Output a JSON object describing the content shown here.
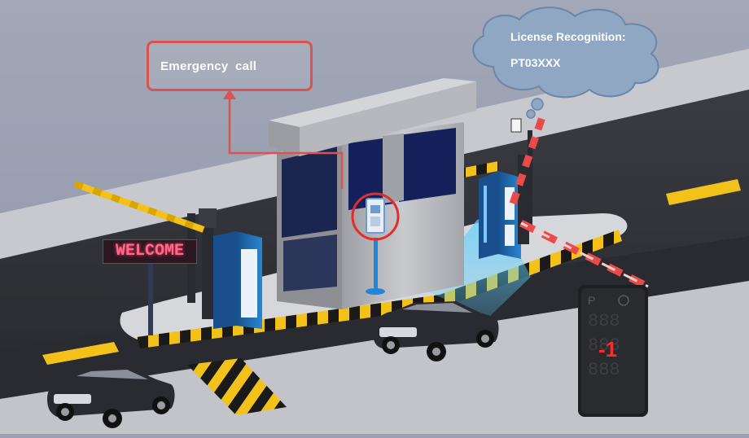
{
  "callout": {
    "text": "Emergency  call"
  },
  "cloud": {
    "title": "License Recognition:",
    "plate": "PT03XXX"
  },
  "sign": {
    "text": "WELCOME"
  },
  "counter": {
    "value": "-1"
  },
  "colors": {
    "accent_red": "#d9534f",
    "road": "#2e3035",
    "booth": "#b8b9bd",
    "cloud": "#8fa7c2",
    "terminal_blue": "#1f6fb7",
    "stripe_yellow": "#f2c21a"
  }
}
